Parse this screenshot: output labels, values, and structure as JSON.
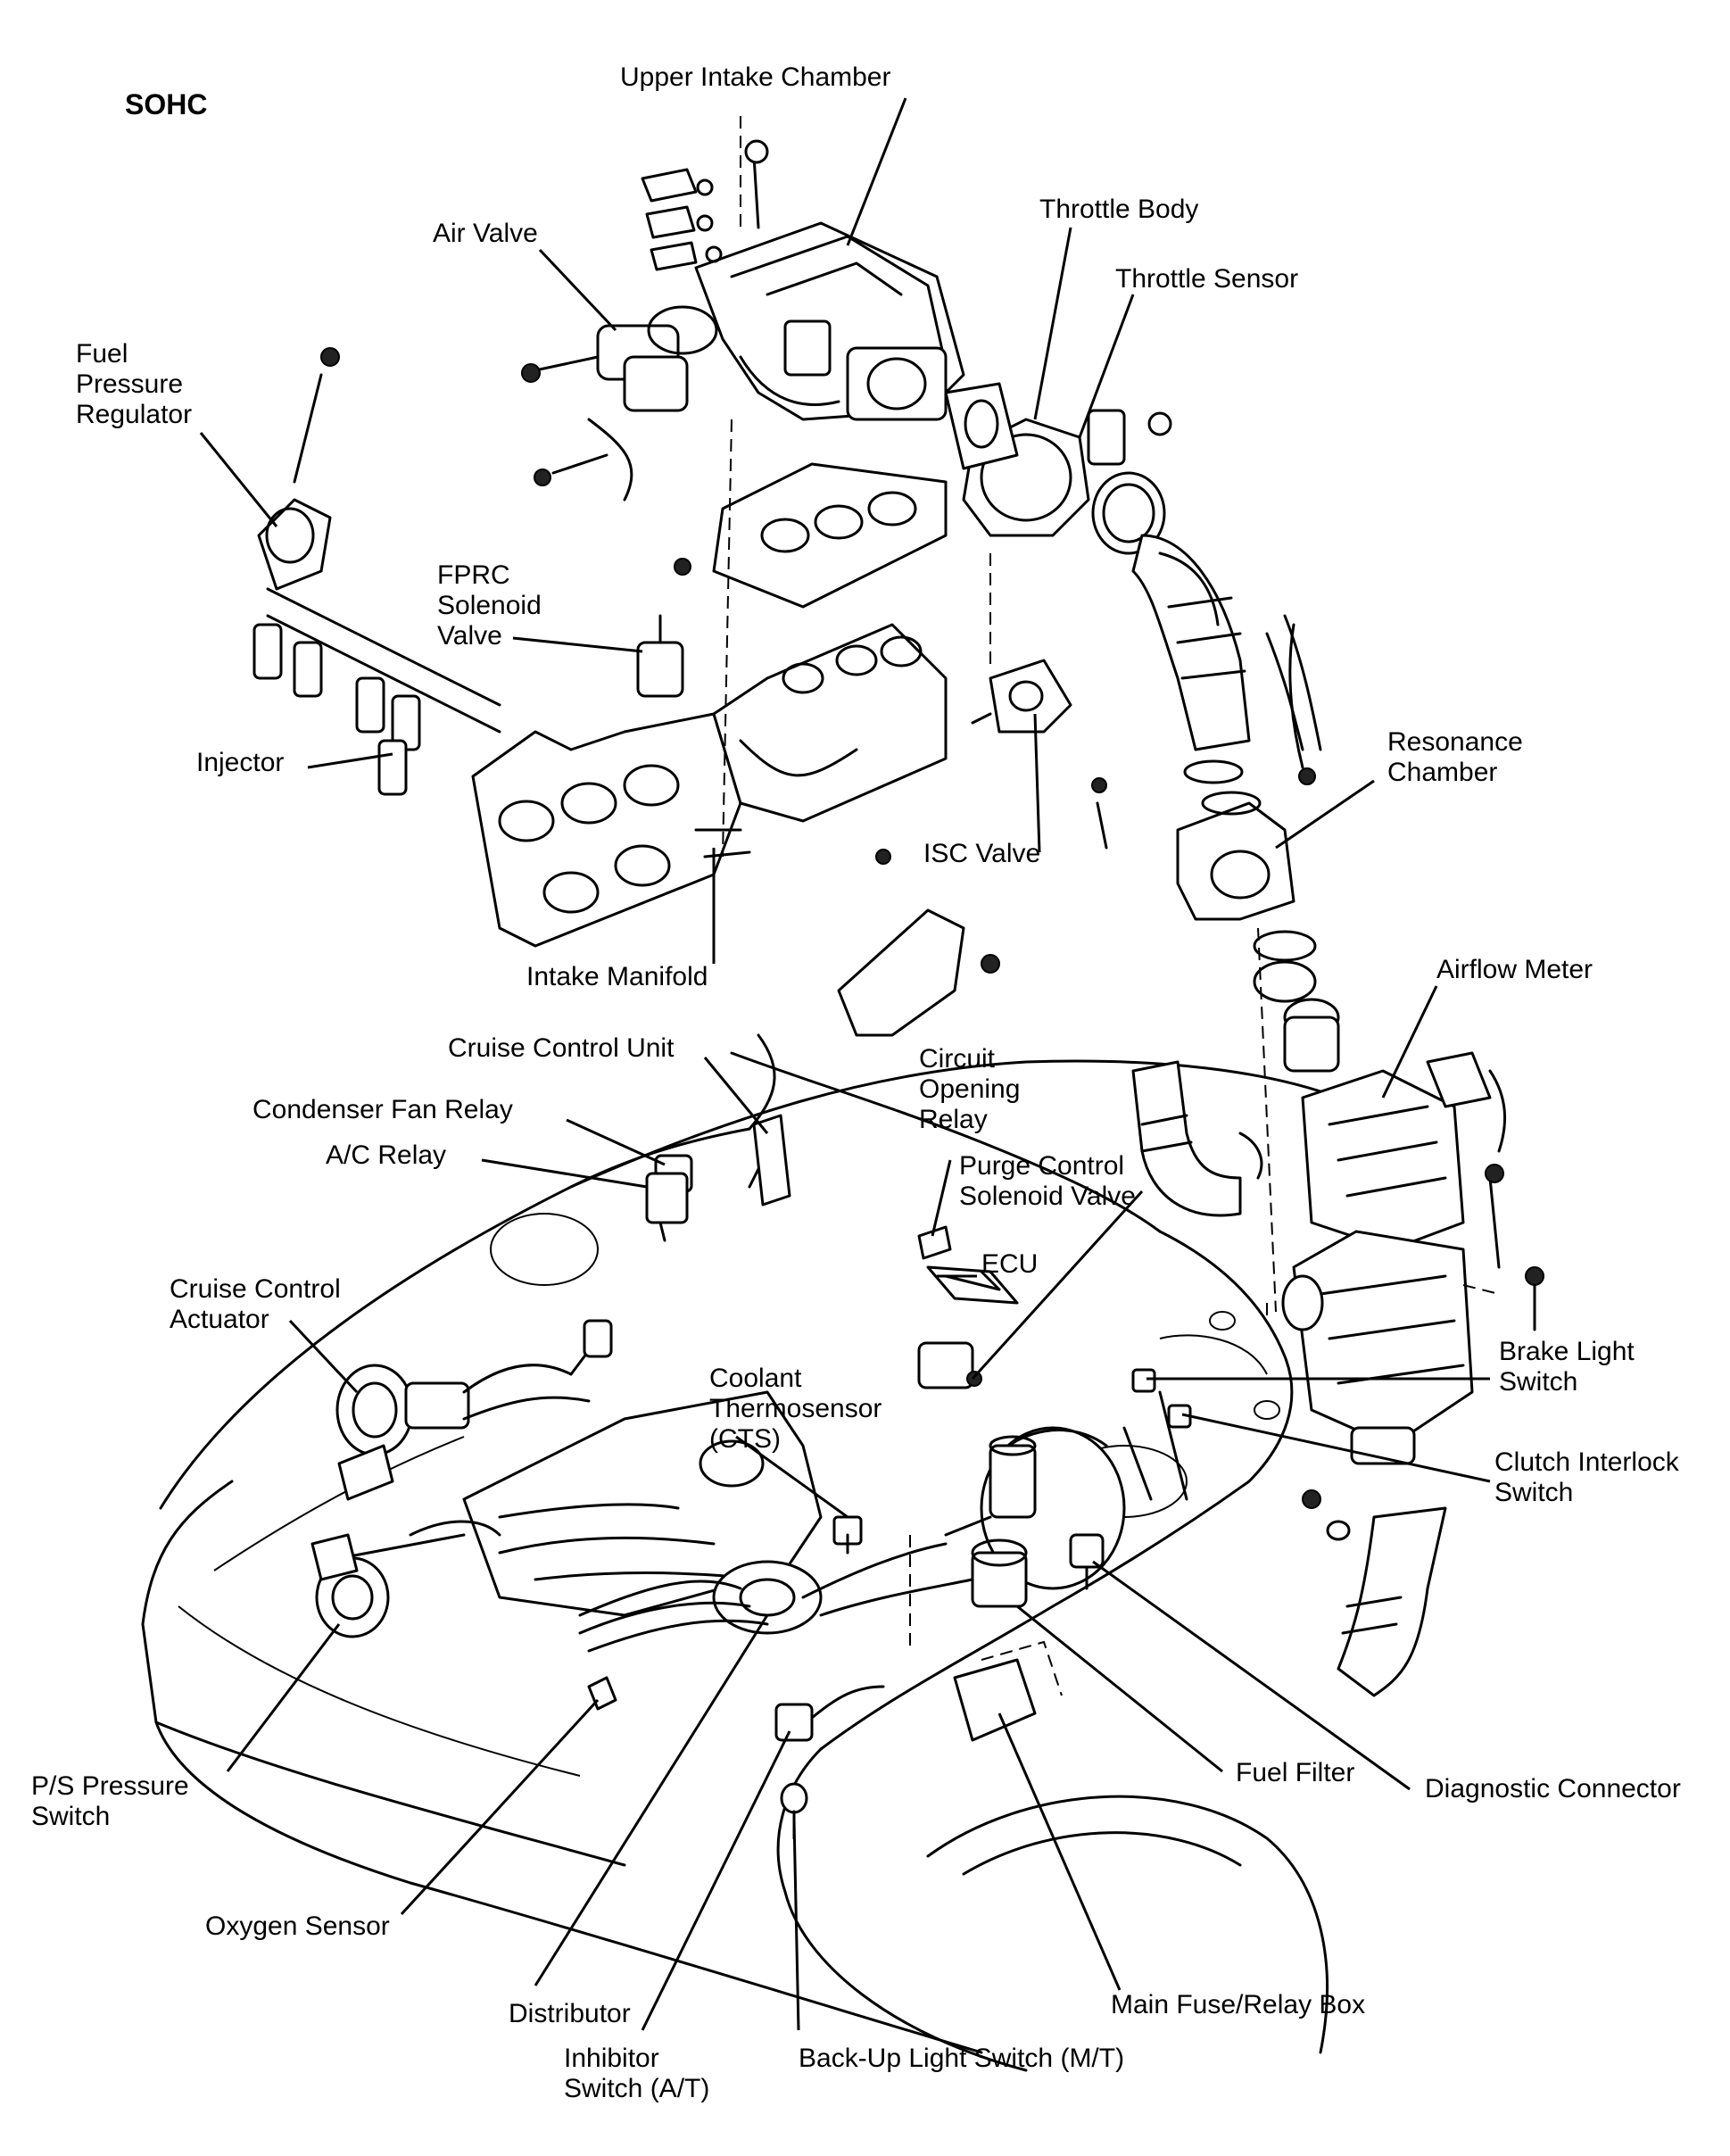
{
  "title": "SOHC",
  "labels": {
    "upper_intake_chamber": "Upper Intake Chamber",
    "air_valve": "Air Valve",
    "throttle_body": "Throttle Body",
    "throttle_sensor": "Throttle Sensor",
    "fuel_pressure_regulator": "Fuel\nPressure\nRegulator",
    "fprc_solenoid_valve": "FPRC\nSolenoid\nValve",
    "injector": "Injector",
    "resonance_chamber": "Resonance\nChamber",
    "isc_valve": "ISC Valve",
    "intake_manifold": "Intake Manifold",
    "airflow_meter": "Airflow Meter",
    "cruise_control_unit": "Cruise Control Unit",
    "circuit_opening_relay": "Circuit\nOpening\nRelay",
    "condenser_fan_relay": "Condenser Fan Relay",
    "ac_relay": "A/C Relay",
    "purge_control_solenoid_valve": "Purge Control\nSolenoid Valve",
    "ecu": "ECU",
    "cruise_control_actuator": "Cruise Control\nActuator",
    "coolant_thermosensor": "Coolant\nThermosensor\n(CTS)",
    "brake_light_switch": "Brake Light\nSwitch",
    "clutch_interlock_switch": "Clutch Interlock\nSwitch",
    "ps_pressure_switch": "P/S Pressure\nSwitch",
    "fuel_filter": "Fuel Filter",
    "diagnostic_connector": "Diagnostic Connector",
    "oxygen_sensor": "Oxygen Sensor",
    "main_fuse_relay_box": "Main Fuse/Relay Box",
    "distributor": "Distributor",
    "inhibitor_switch": "Inhibitor\nSwitch (A/T)",
    "backup_light_switch": "Back-Up Light Switch (M/T)"
  }
}
